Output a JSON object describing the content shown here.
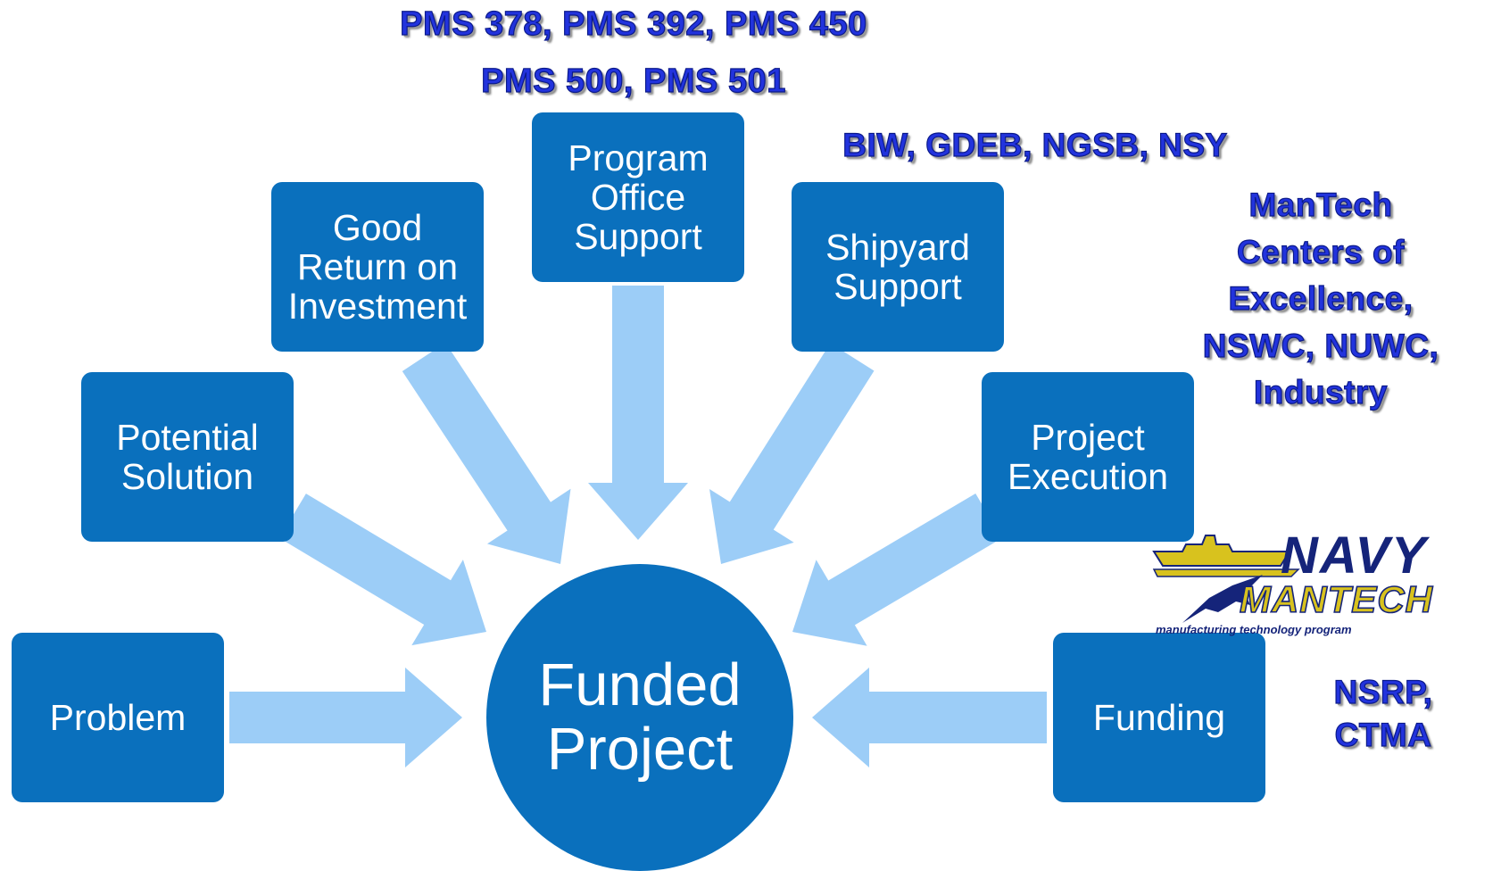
{
  "boxes": {
    "problem": "Problem",
    "potential_solution": "Potential\nSolution",
    "good_roi": "Good\nReturn on\nInvestment",
    "program_office": "Program\nOffice\nSupport",
    "shipyard_support": "Shipyard\nSupport",
    "project_execution": "Project\nExecution",
    "funding": "Funding"
  },
  "center": "Funded\nProject",
  "annotations": {
    "program_offices_line1": "PMS 378, PMS 392, PMS 450",
    "program_offices_line2": "PMS 500, PMS 501",
    "shipyards": "BIW, GDEB, NGSB, NSY",
    "execution_partners": "ManTech\nCenters of\nExcellence,\nNSWC, NUWC,\nIndustry",
    "funding_sources": "NSRP,\nCTMA"
  },
  "logo": {
    "word1": "NAVY",
    "word2": "MANTECH",
    "tagline": "manufacturing technology program"
  },
  "colors": {
    "box_fill": "#0a70bd",
    "arrow_fill": "#9ccdf7",
    "label_text": "#2233dd",
    "logo_gold": "#d8c21e",
    "logo_navy": "#15247a"
  }
}
